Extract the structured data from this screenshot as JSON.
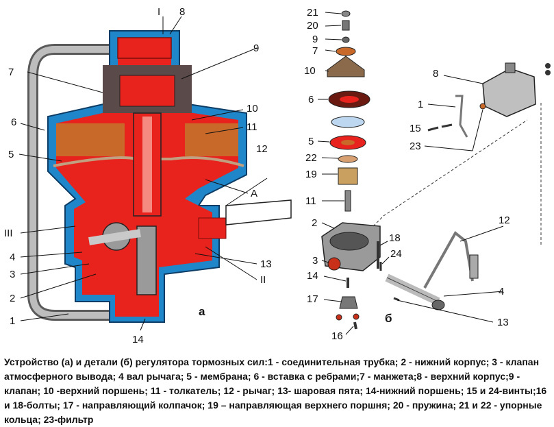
{
  "figure": {
    "subfigures": {
      "a": "а",
      "b": "б"
    },
    "letter_a": "A",
    "labels_a": {
      "l1": "1",
      "l2": "2",
      "l3": "3",
      "l4": "4",
      "l5": "5",
      "l6": "6",
      "l7": "7",
      "l8": "8",
      "l9": "9",
      "l10": "10",
      "l11": "11",
      "l12": "12",
      "l13": "13",
      "l14": "14",
      "lI": "I",
      "lII": "II",
      "lIII": "III"
    },
    "labels_b": {
      "l21": "21",
      "l20": "20",
      "l9": "9",
      "l7": "7",
      "l10": "10",
      "l6": "6",
      "l5": "5",
      "l22": "22",
      "l19": "19",
      "l11": "11",
      "l2": "2",
      "l3": "3",
      "l14": "14",
      "l17": "17",
      "l16": "16",
      "l18": "18",
      "l24": "24",
      "l8": "8",
      "l1": "1",
      "l15": "15",
      "l23": "23",
      "l12": "12",
      "l4": "4",
      "l13": "13"
    }
  },
  "caption": "Устройство (а) и детали (б) регулятора тормозных сил:1 - соединительная трубка; 2 - нижний корпус; 3 - клапан атмосферного вывода; 4 вал рычага; 5 - мембрана; 6 - вставка с ребрами;7 - манжета;8 - верхний корпус;9 - клапан; 10 -верхний поршень; 11 - толкатель; 12 - рычаг; 13- шаровая пята; 14-нижний поршень; 15 и 24-винты;16 и 18-болты; 17 - направляющий колпачок; 19 – направляющая верхнего поршня; 20 - пружина; 21 и 22 - упорные кольца; 23-фильтр",
  "colors": {
    "red": "#e8221c",
    "blue": "#1f86c9",
    "copper": "#c8692a",
    "grey": "#9a9a9a",
    "dark": "#222222"
  }
}
